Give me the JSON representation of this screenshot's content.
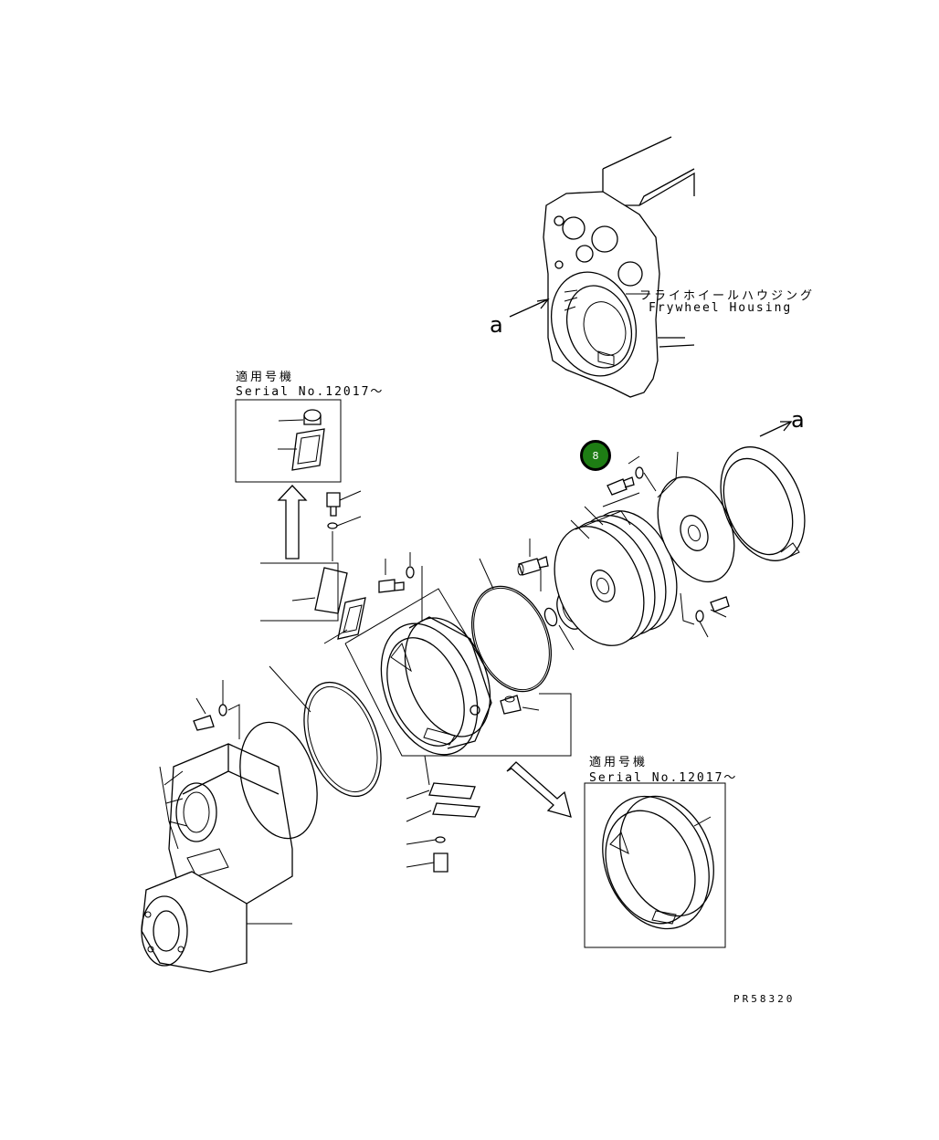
{
  "labels": {
    "flywheel_housing_jp": "フライホイールハウジング",
    "flywheel_housing_en": "Frywheel Housing",
    "arrow_a_left": "a",
    "arrow_a_right": "a",
    "serial_top_jp": "適用号機",
    "serial_top_en": "Serial No.12017～",
    "serial_bottom_jp": "適用号機",
    "serial_bottom_en": "Serial No.12017～",
    "drawing_number": "PR58320"
  },
  "callout": {
    "number": "8",
    "color": "#1e7d14"
  }
}
